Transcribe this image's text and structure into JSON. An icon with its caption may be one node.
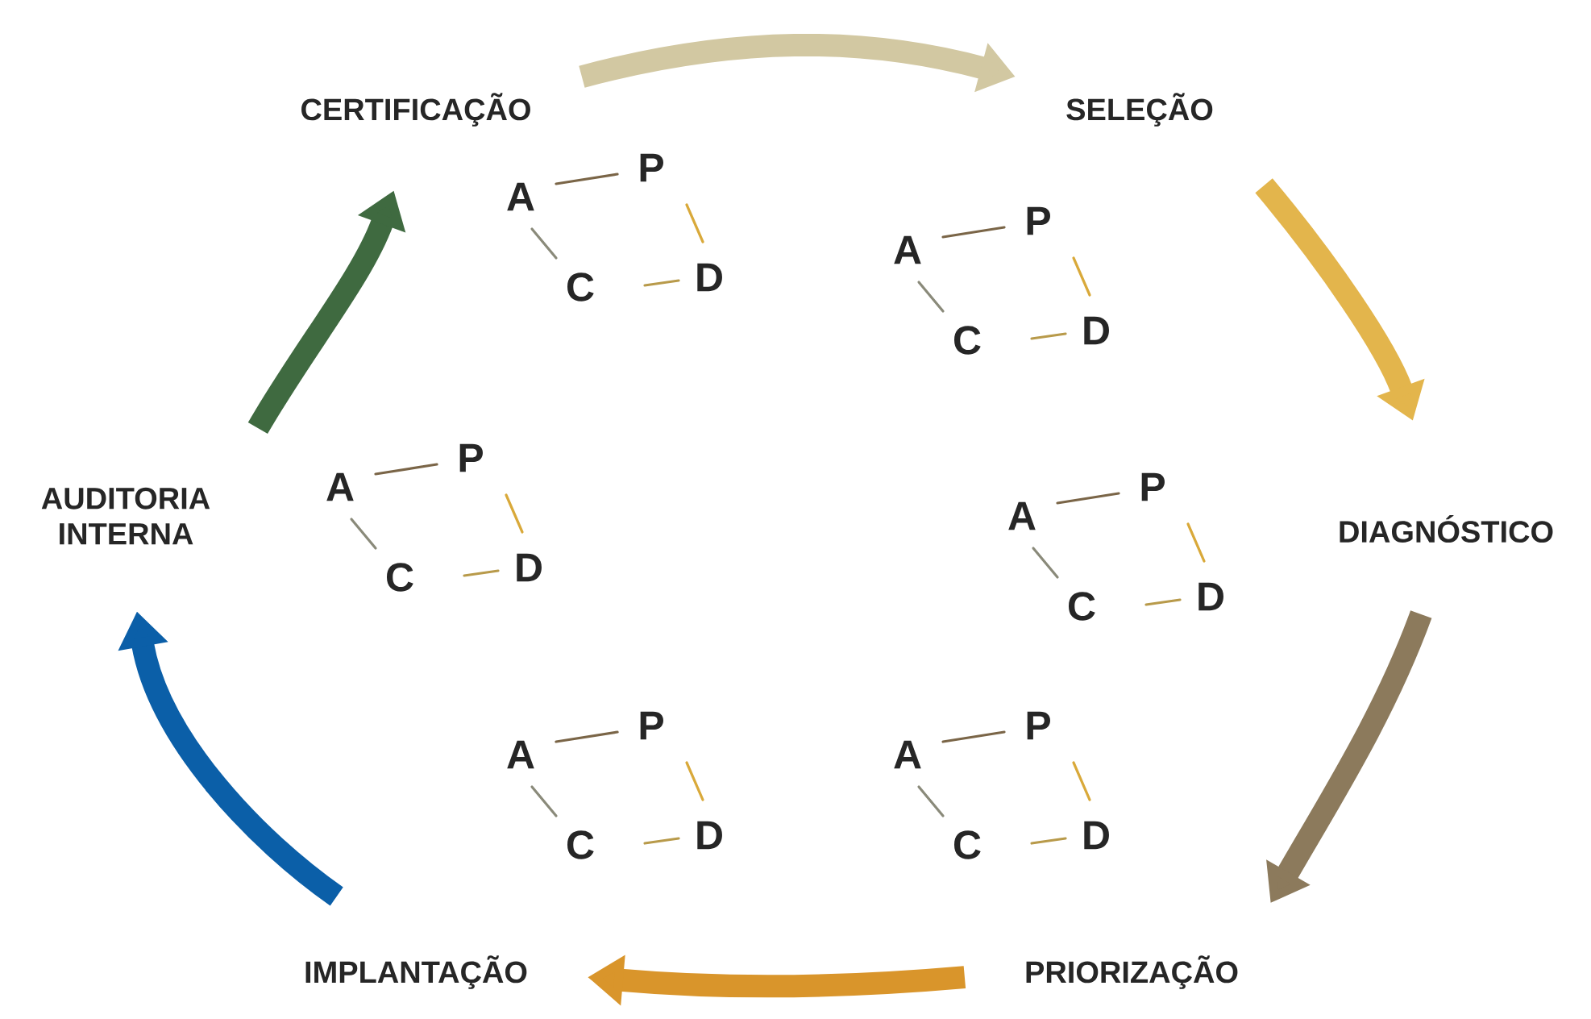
{
  "diagram": {
    "nodes": [
      {
        "text": [
          "CERTIFICAÇÃO"
        ]
      },
      {
        "text": [
          "SELEÇÃO"
        ]
      },
      {
        "text": [
          "DIAGNÓSTICO"
        ]
      },
      {
        "text": [
          "PRIORIZAÇÃO"
        ]
      },
      {
        "text": [
          "IMPLANTAÇÃO"
        ]
      },
      {
        "text": [
          "AUDITORIA INTERNA"
        ]
      }
    ],
    "edges": [
      {
        "from": 0,
        "to": 1,
        "arrow": "to",
        "color": "#d2c8a2"
      },
      {
        "from": 1,
        "to": 2,
        "arrow": "to",
        "color": "#e3b54c"
      },
      {
        "from": 2,
        "to": 3,
        "arrow": "to",
        "color": "#8c7a5c"
      },
      {
        "from": 3,
        "to": 4,
        "arrow": "to",
        "color": "#d9952b"
      },
      {
        "from": 4,
        "to": 5,
        "arrow": "to",
        "color": "#0b5fa8"
      },
      {
        "from": 5,
        "to": 0,
        "arrow": "to",
        "color": "#3f6a40"
      }
    ],
    "labels": [
      "A",
      "P",
      "C",
      "D",
      "A",
      "P",
      "C",
      "D",
      "A",
      "P",
      "C",
      "D",
      "A",
      "P",
      "C",
      "D",
      "A",
      "P",
      "C",
      "D",
      "A",
      "P",
      "C",
      "D"
    ]
  }
}
